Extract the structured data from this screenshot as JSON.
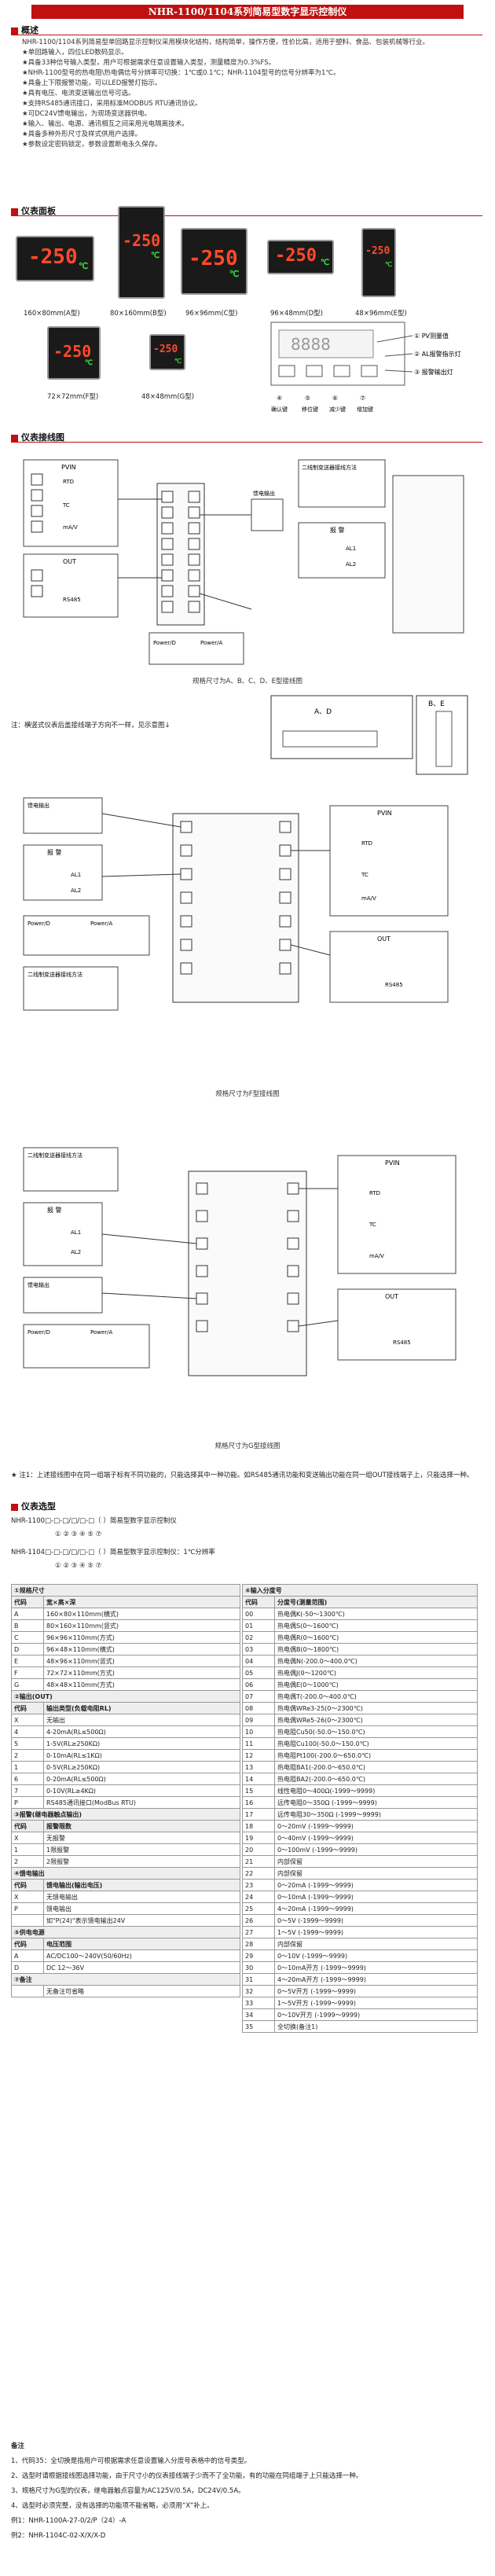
{
  "title": "NHR-1100/1104系列简易型数字显示控制仪",
  "overview": {
    "heading": "概述",
    "paragraph": "NHR-1100/1104系列简易型单回路显示控制仪采用模块化结构，结构简单，操作方便，性价比高，适用于塑料、食品、包装机械等行业。",
    "features": [
      "★单回路输入，四位LED数码显示。",
      "★具备33种信号输入类型，用户可根据需求任意设置输入类型，测量精度为0.3%FS。",
      "★NHR-1100型号的热电阻\\热电偶信号分辨率可切换：1℃或0.1℃；NHR-1104型号的信号分辨率为1℃。",
      "★具备上下限报警功能，可以LED报警灯指示。",
      "★具有电压、电流变送输出信号可选。",
      "★支持RS485通讯接口，采用标准MODBUS RTU通讯协议。",
      "★可DC24V馈电输出，为现场变送器供电。",
      "★输入、输出、电源、通讯相互之间采用光电隔离技术。",
      "★具备多种外形尺寸及样式供用户选择。",
      "★参数设定密码锁定，参数设置断电永久保存。"
    ]
  },
  "panels_section": {
    "heading": "仪表面板",
    "models": [
      {
        "display": "-250",
        "unit": "℃",
        "caption": "160×80mm(A型)"
      },
      {
        "display": "-250",
        "unit": "℃",
        "caption": "80×160mm(B型)"
      },
      {
        "display": "-250",
        "unit": "℃",
        "caption": "96×96mm(C型)"
      },
      {
        "display": "-250",
        "unit": "℃",
        "caption": "96×48mm(D型)"
      },
      {
        "display": "-250",
        "unit": "℃",
        "caption": "48×96mm(E型)"
      },
      {
        "display": "-250",
        "unit": "℃",
        "caption": "72×72mm(F型)"
      },
      {
        "display": "-250",
        "unit": "℃",
        "caption": "48×48mm(G型)"
      }
    ],
    "legend": [
      "①",
      "②",
      "③",
      "④",
      "⑤",
      "⑥",
      "⑦"
    ],
    "legend_labels": [
      "PV测量值",
      "AL报警指示灯",
      "报警输出灯",
      "确认键",
      "移位键",
      "减少键",
      "增加键"
    ]
  },
  "wiring_section": {
    "heading": "仪表接线图",
    "caption_abc": "规格尺寸为A、B、C、D、E型接线图",
    "note_1": "注：横竖式仪表后盖接线端子方向不一样，见示意图↓",
    "caption_f": "规格尺寸为F型接线图",
    "caption_g": "规格尺寸为G型接线图",
    "labels": {
      "pvin": "PVIN",
      "out": "OUT",
      "power_d": "Power/D",
      "power_a": "Power/A",
      "alarm": "报 警",
      "feed": "馈电输出",
      "two_wire": "二线制变送器接线方法",
      "rs485": "RS485",
      "ab_label": "A、D",
      "be_label": "B、E",
      "al1": "AL1",
      "al2": "AL2",
      "rtd": "RTD",
      "tc": "TC",
      "ma_v": "mA/V"
    },
    "note_2": "★ 注1：上述接线图中在同一组端子标有不同功能的，只能选择其中一种功能。如RS485通讯功能和变送输出功能在同一组OUT接线端子上，只能选择一种。"
  },
  "model_section": {
    "heading": "仪表选型",
    "code_1100": "NHR-1100□-□-□/□/□-□（ ）简易型数字显示控制仪",
    "code_1100_nums": "① ② ③ ④ ⑤ ⑦",
    "code_1104": "NHR-1104□-□-□/□/□-□（ ）简易型数字显示控制仪：1℃分辨率",
    "code_1104_nums": "① ② ③ ④ ⑤ ⑦"
  },
  "table_left": [
    {
      "section": "①规格尺寸"
    },
    {
      "code": "代码",
      "desc": "宽×高×深",
      "head": true
    },
    {
      "code": "A",
      "desc": "160×80×110mm(横式)"
    },
    {
      "code": "B",
      "desc": "80×160×110mm(竖式)"
    },
    {
      "code": "C",
      "desc": "96×96×110mm(方式)"
    },
    {
      "code": "D",
      "desc": "96×48×110mm(横式)"
    },
    {
      "code": "E",
      "desc": "48×96×110mm(竖式)"
    },
    {
      "code": "F",
      "desc": "72×72×110mm(方式)"
    },
    {
      "code": "G",
      "desc": "48×48×110mm(方式)"
    },
    {
      "section": "②输出(OUT)"
    },
    {
      "code": "代码",
      "desc": "输出类型(负载电阻RL)",
      "head": true
    },
    {
      "code": "X",
      "desc": "无输出"
    },
    {
      "code": "4",
      "desc": "4-20mA(RL≤500Ω)"
    },
    {
      "code": "5",
      "desc": "1-5V(RL≥250KΩ)"
    },
    {
      "code": "2",
      "desc": "0-10mA(RL≤1KΩ)"
    },
    {
      "code": "1",
      "desc": "0-5V(RL≥250KΩ)"
    },
    {
      "code": "6",
      "desc": "0-20mA(RL≤500Ω)"
    },
    {
      "code": "7",
      "desc": "0-10V(RL≥4KΩ)"
    },
    {
      "code": "P",
      "desc": "RS485通讯接口(ModBus RTU)"
    },
    {
      "section": "③报警(继电器触点输出)"
    },
    {
      "code": "代码",
      "desc": "报警限数",
      "head": true
    },
    {
      "code": "X",
      "desc": "无报警"
    },
    {
      "code": "1",
      "desc": "1限报警"
    },
    {
      "code": "2",
      "desc": "2限报警"
    },
    {
      "section": "④馈电输出"
    },
    {
      "code": "代码",
      "desc": "馈电输出(输出电压)",
      "head": true
    },
    {
      "code": "X",
      "desc": "无馈电输出"
    },
    {
      "code": "P",
      "desc": "馈电输出"
    },
    {
      "code": "",
      "desc": "如\"P(24)\"表示馈电输出24V"
    },
    {
      "section": "⑤供电电源"
    },
    {
      "code": "代码",
      "desc": "电压范围",
      "head": true
    },
    {
      "code": "A",
      "desc": "AC/DC100～240V(50/60Hz)"
    },
    {
      "code": "D",
      "desc": "DC 12～36V"
    },
    {
      "section": "⑦备注"
    },
    {
      "code": "",
      "desc": "无备注可省略"
    }
  ],
  "table_right": [
    {
      "section": "⑥输入分度号"
    },
    {
      "code": "代码",
      "desc": "分度号(测量范围)",
      "head": true
    },
    {
      "code": "00",
      "desc": "热电偶K(-50～1300℃)"
    },
    {
      "code": "01",
      "desc": "热电偶S(0～1600℃)"
    },
    {
      "code": "02",
      "desc": "热电偶R(0～1600℃)"
    },
    {
      "code": "03",
      "desc": "热电偶B(0～1800℃)"
    },
    {
      "code": "04",
      "desc": "热电偶N(-200.0～400.0℃)"
    },
    {
      "code": "05",
      "desc": "热电偶J(0～1200℃)"
    },
    {
      "code": "06",
      "desc": "热电偶E(0～1000℃)"
    },
    {
      "code": "07",
      "desc": "热电偶T(-200.0～400.0℃)"
    },
    {
      "code": "08",
      "desc": "热电偶WRe3-25(0～2300℃)"
    },
    {
      "code": "09",
      "desc": "热电偶WRe5-26(0～2300℃)"
    },
    {
      "code": "10",
      "desc": "热电阻Cu50(-50.0～150.0℃)"
    },
    {
      "code": "11",
      "desc": "热电阻Cu100(-50.0～150.0℃)"
    },
    {
      "code": "12",
      "desc": "热电阻Pt100(-200.0～650.0℃)"
    },
    {
      "code": "13",
      "desc": "热电阻BA1(-200.0～650.0℃)"
    },
    {
      "code": "14",
      "desc": "热电阻BA2(-200.0～650.0℃)"
    },
    {
      "code": "15",
      "desc": "线性电阻0～400Ω(-1999～9999)"
    },
    {
      "code": "16",
      "desc": "远传电阻0～350Ω (-1999～9999)"
    },
    {
      "code": "17",
      "desc": "远传电阻30～350Ω (-1999～9999)"
    },
    {
      "code": "18",
      "desc": "0～20mV (-1999～9999)"
    },
    {
      "code": "19",
      "desc": "0～40mV (-1999～9999)"
    },
    {
      "code": "20",
      "desc": "0～100mV (-1999～9999)"
    },
    {
      "code": "21",
      "desc": "内部保留"
    },
    {
      "code": "22",
      "desc": "内部保留"
    },
    {
      "code": "23",
      "desc": "0～20mA (-1999～9999)"
    },
    {
      "code": "24",
      "desc": "0～10mA (-1999～9999)"
    },
    {
      "code": "25",
      "desc": "4～20mA (-1999～9999)"
    },
    {
      "code": "26",
      "desc": "0～5V (-1999～9999)"
    },
    {
      "code": "27",
      "desc": "1～5V (-1999～9999)"
    },
    {
      "code": "28",
      "desc": "内部保留"
    },
    {
      "code": "29",
      "desc": "0～10V (-1999～9999)"
    },
    {
      "code": "30",
      "desc": "0～10mA开方 (-1999～9999)"
    },
    {
      "code": "31",
      "desc": "4～20mA开方 (-1999～9999)"
    },
    {
      "code": "32",
      "desc": "0～5V开方 (-1999～9999)"
    },
    {
      "code": "33",
      "desc": "1～5V开方 (-1999～9999)"
    },
    {
      "code": "34",
      "desc": "0～10V开方 (-1999～9999)"
    },
    {
      "code": "35",
      "desc": "全切换(备注1)"
    }
  ],
  "notes": {
    "heading": "备注",
    "items": [
      "1、代码35：全切换是指用户可根据需求任意设置输入分度号表格中的信号类型。",
      "2、选型时请根据接线图选择功能，由于尺寸小的仪表接线端子少而不了全功能，有的功能在同组端子上只能选择一种。",
      "3、规格尺寸为G型的仪表，继电器触点容量为AC125V/0.5A，DC24V/0.5A。",
      "4、选型时必须完整，没有选择的功能项不能省略，必须用“X”补上。",
      "例1：NHR-1100A-27-0/2/P（24）-A",
      "例2：NHR-1104C-02-X/X/X-D"
    ]
  }
}
